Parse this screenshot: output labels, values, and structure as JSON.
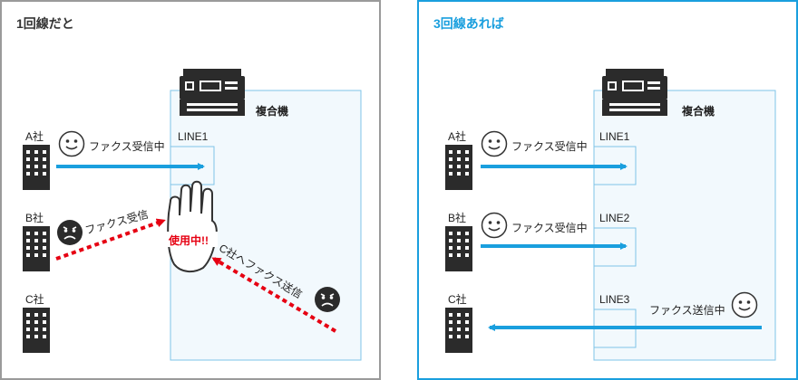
{
  "left": {
    "title": "1回線だと",
    "device": "複合機",
    "line": "LINE1",
    "companies": [
      "A社",
      "B社",
      "C社"
    ],
    "a_status": "ファクス受信中",
    "b_status": "ファクス受信",
    "busy": "使用中!!",
    "c_status": "C社へファクス送信"
  },
  "right": {
    "title": "3回線あれば",
    "device": "複合機",
    "lines": [
      "LINE1",
      "LINE2",
      "LINE3"
    ],
    "companies": [
      "A社",
      "B社",
      "C社"
    ],
    "a_status": "ファクス受信中",
    "b_status": "ファクス受信中",
    "c_status": "ファクス送信中"
  },
  "colors": {
    "blue": "#1a9fde",
    "red": "#e60012",
    "box_fill": "#f2f9fd",
    "box_border": "#7fc4e8"
  }
}
